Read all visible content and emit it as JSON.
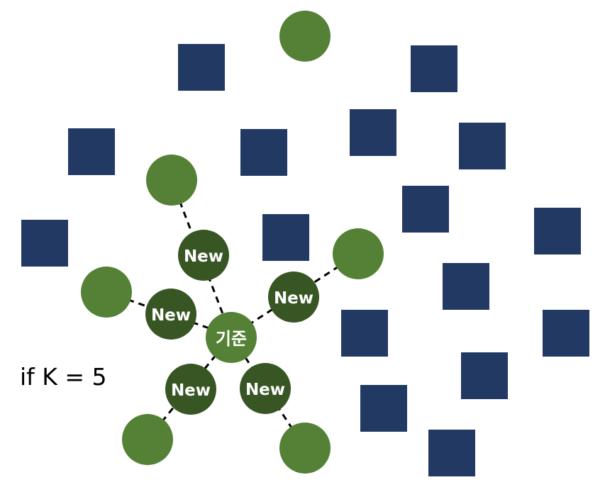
{
  "colors": {
    "square_class": "#213963",
    "circle_class": "#548135",
    "new_point": "#375623",
    "link": "#000000"
  },
  "labels": {
    "reference_point": "기준",
    "new_point": "New",
    "condition": "if K = 5"
  },
  "k": 5
}
